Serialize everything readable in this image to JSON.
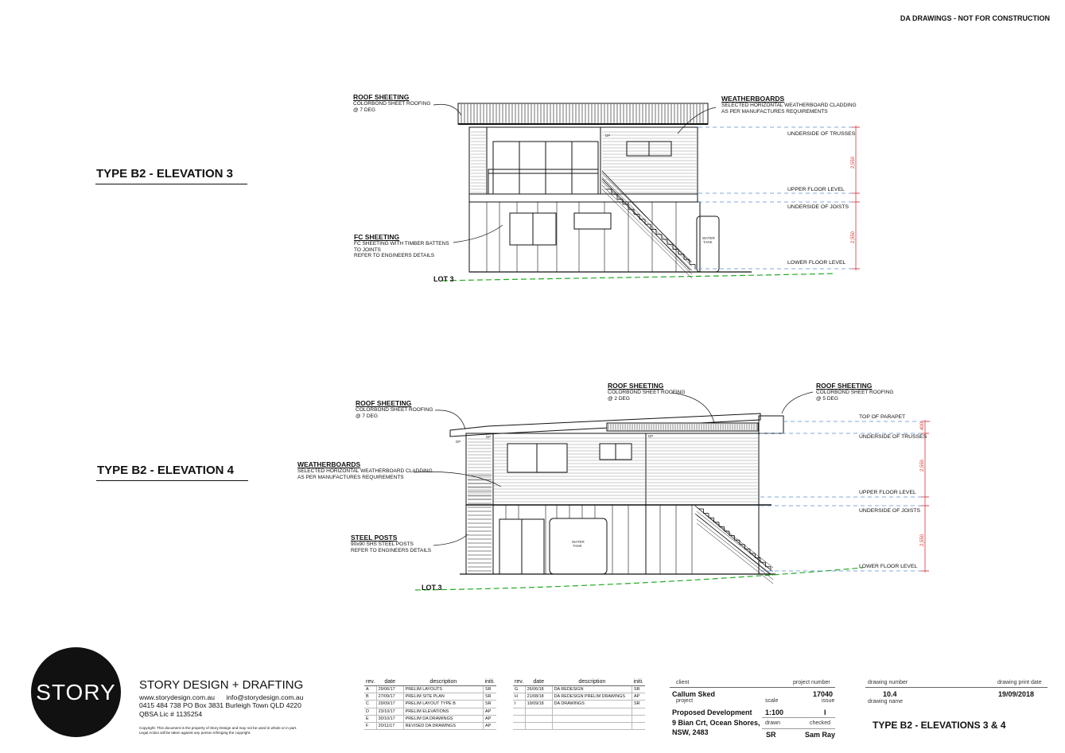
{
  "header": "DA DRAWINGS - NOT FOR CONSTRUCTION",
  "elevation3": {
    "title": "TYPE B2 - ELEVATION 3",
    "roof_title": "ROOF SHEETING",
    "roof_desc": [
      "COLORBOND SHEET ROOFING",
      "@ 7 DEG"
    ],
    "wb_title": "WEATHERBOARDS",
    "wb_desc": [
      "SELECTED HORIZONTAL WEATHERBOARD CLADDING",
      "AS PER MANUFACTURES REQUIREMENTS"
    ],
    "fc_title": "FC SHEETING",
    "fc_desc": [
      "FC SHEETING WITH TIMBER BATTENS",
      "TO JOINTS",
      "REFER TO ENGINEERS DETAILS"
    ],
    "levels": [
      "UNDERSIDE OF TRUSSES",
      "UPPER FLOOR LEVEL",
      "UNDERSIDE OF JOISTS",
      "LOWER FLOOR LEVEL"
    ],
    "dims": [
      "2,550",
      "2,550"
    ],
    "dp": "DP",
    "tank": [
      "WATER",
      "TANK"
    ],
    "lot": "LOT 3"
  },
  "elevation4": {
    "title": "TYPE B2 - ELEVATION 4",
    "roof1_title": "ROOF SHEETING",
    "roof1_desc": [
      "COLORBOND SHEET ROOFING",
      "@ 7 DEG"
    ],
    "roof2_title": "ROOF SHEETING",
    "roof2_desc": [
      "COLORBOND SHEET ROOFING",
      "@ 2 DEG"
    ],
    "roof3_title": "ROOF SHEETING",
    "roof3_desc": [
      "COLORBOND SHEET ROOFING",
      "@ 5 DEG"
    ],
    "wb_title": "WEATHERBOARDS",
    "wb_desc": [
      "SELECTED HORIZONTAL WEATHERBOARD CLADDING",
      "AS PER MANUFACTURES REQUIREMENTS"
    ],
    "posts_title": "STEEL POSTS",
    "posts_desc": [
      "90x90 SHS STEEL POSTS",
      "REFER TO ENGINEERS DETAILS"
    ],
    "levels": [
      "TOP OF PARAPET",
      "UNDERSIDE OF TRUSSES",
      "UPPER FLOOR LEVEL",
      "UNDERSIDE OF JOISTS",
      "LOWER FLOOR LEVEL"
    ],
    "dims": [
      "400",
      "2,550",
      "2,550"
    ],
    "dp": "DP",
    "tank": [
      "WATER",
      "TANK"
    ],
    "lot": "LOT 3"
  },
  "firm": {
    "logo": "STORY",
    "name": "STORY DESIGN + DRAFTING",
    "lines": [
      "www.storydesign.com.au      info@storydesign.com.au",
      "0415 484 738   PO Box 3831 Burleigh Town QLD 4220",
      "QBSA Lic # 1135254"
    ],
    "copyright": [
      "Copyright: This document is the property of Story Design and may not be used in whole or in part.",
      "Legal Action will be taken against any person infringing the copyright."
    ]
  },
  "revisions": {
    "headers": [
      "rev.",
      "date",
      "description",
      "initi."
    ],
    "left": [
      [
        "A",
        "29/06/17",
        "PRELIM LAYOUTS",
        "SR"
      ],
      [
        "B",
        "27/09/17",
        "PRELIM SITE PLAN",
        "SR"
      ],
      [
        "C",
        "29/09/17",
        "PRELIM LAYOUT TYPE B",
        "SR"
      ],
      [
        "D",
        "23/10/17",
        "PRELIM ELEVATIONS",
        "AP"
      ],
      [
        "E",
        "30/10/17",
        "PRELIM DA DRAWINGS",
        "AP"
      ],
      [
        "F",
        "20/11/17",
        "REVISED DA DRAWINGS",
        "AP"
      ]
    ],
    "right": [
      [
        "G",
        "26/06/18",
        "DA REDESIGN",
        "SR"
      ],
      [
        "H",
        "21/08/18",
        "DA REDESIGN PRELIM DRAWINGS",
        "AP"
      ],
      [
        "I",
        "19/09/18",
        "DA DRAWINGS",
        "SR"
      ],
      [
        "",
        "",
        "",
        ""
      ],
      [
        "",
        "",
        "",
        ""
      ],
      [
        "",
        "",
        "",
        ""
      ]
    ]
  },
  "titleblock": {
    "client_label": "client",
    "client": "Callum Sked",
    "project_number_label": "project number",
    "project_number": "17040",
    "project_label": "project",
    "project": [
      "Proposed Development",
      "9 Bian Crt, Ocean Shores,",
      "NSW, 2483"
    ],
    "scale_label": "scale",
    "scale": "1:100",
    "issue_label": "issue",
    "issue": "I",
    "drawn_label": "drawn",
    "drawn": "SR",
    "checked_label": "checked",
    "checked": "Sam Ray",
    "drawing_number_label": "drawing number",
    "drawing_number": "10.4",
    "print_date_label": "drawing print date",
    "print_date": "19/09/2018",
    "drawing_name_label": "drawing name",
    "drawing_name": "TYPE B2 - ELEVATIONS 3 & 4"
  }
}
